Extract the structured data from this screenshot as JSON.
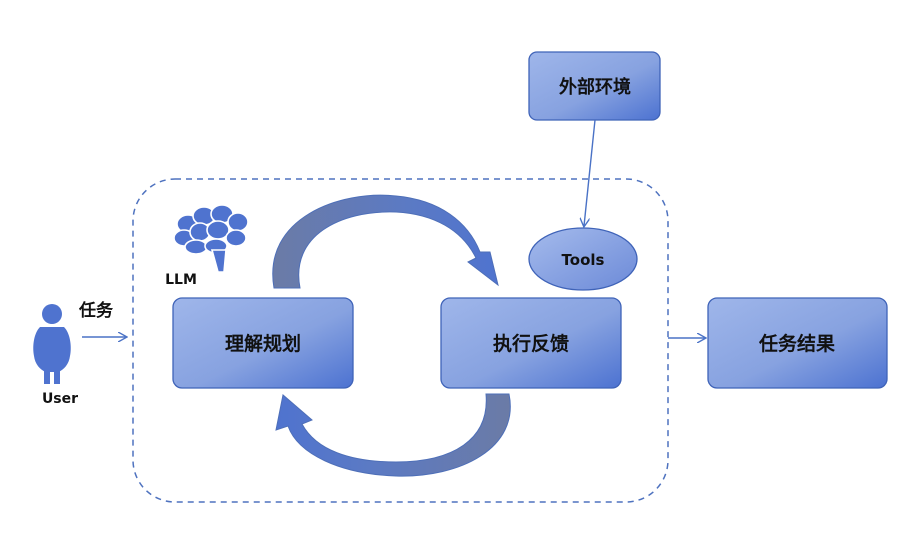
{
  "nodes": {
    "external_env": "外部环境",
    "tools": "Tools",
    "understand_plan": "理解规划",
    "execute_feedback": "执行反馈",
    "task_result": "任务结果"
  },
  "labels": {
    "llm": "LLM",
    "user": "User",
    "task": "任务"
  },
  "colors": {
    "box_light": "#94ade6",
    "box_dark": "#4e74d2",
    "box_stroke": "#3f63b8",
    "dashed": "#4e72bf",
    "arrow": "#4a72c6",
    "cycle_dark": "#6d7fae",
    "cycle_light": "#4f73cd",
    "text": "#111111"
  },
  "icons": {
    "brain": "brain-icon",
    "user": "user-icon"
  }
}
